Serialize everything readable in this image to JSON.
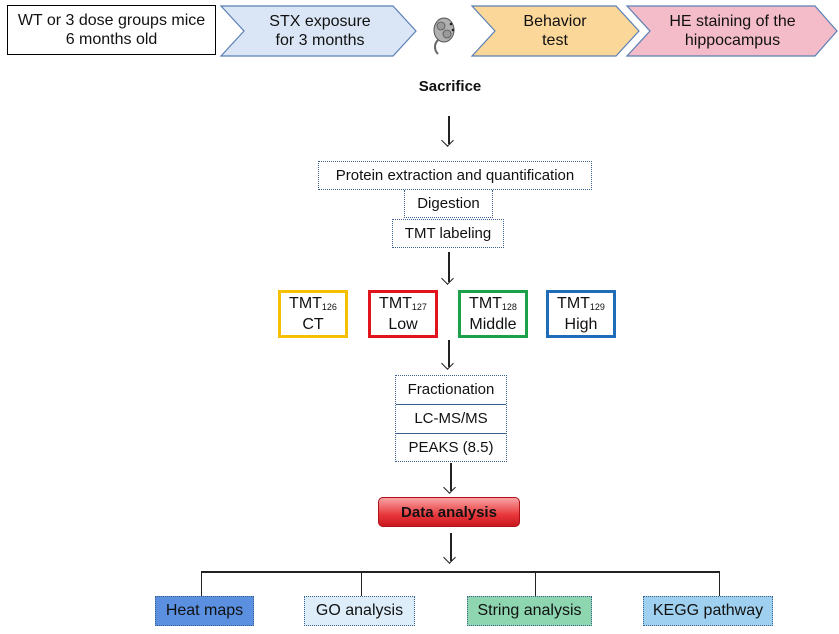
{
  "top_row": {
    "start_box": {
      "line1": "WT or 3 dose groups mice",
      "line2": "6 months old"
    },
    "steps": [
      {
        "line1": "STX exposure",
        "line2": "for 3 months",
        "fill": "#dae6f5",
        "stroke": "#5a7fb5"
      },
      {
        "line1": "Behavior",
        "line2": "test",
        "fill": "#fbd79a",
        "stroke": "#5a7fb5"
      },
      {
        "line1": "HE staining  of the",
        "line2": "hippocampus",
        "fill": "#f4bcc8",
        "stroke": "#5a7fb5"
      }
    ],
    "mouse_icon": "mouse-icon"
  },
  "sacrifice_label": "Sacrifice",
  "prep_steps": [
    "Protein extraction and quantification",
    "Digestion",
    "TMT labeling"
  ],
  "tmt_groups": [
    {
      "tag": "TMT",
      "sub": "126",
      "label": "CT",
      "color": "#f5c000"
    },
    {
      "tag": "TMT",
      "sub": "127",
      "label": "Low",
      "color": "#e0141c"
    },
    {
      "tag": "TMT",
      "sub": "128",
      "label": "Middle",
      "color": "#1aa14a"
    },
    {
      "tag": "TMT",
      "sub": "129",
      "label": "High",
      "color": "#1f6cb8"
    }
  ],
  "ms_steps": [
    "Fractionation",
    "LC-MS/MS",
    "PEAKS (8.5)"
  ],
  "data_analysis_label": "Data analysis",
  "outputs": [
    {
      "label": "Heat maps",
      "fill": "#5b8fe0"
    },
    {
      "label": "GO analysis",
      "fill": "#ddeefa"
    },
    {
      "label": "String analysis",
      "fill": "#8dd6b0"
    },
    {
      "label": "KEGG pathway",
      "fill": "#9fd0ef"
    }
  ]
}
